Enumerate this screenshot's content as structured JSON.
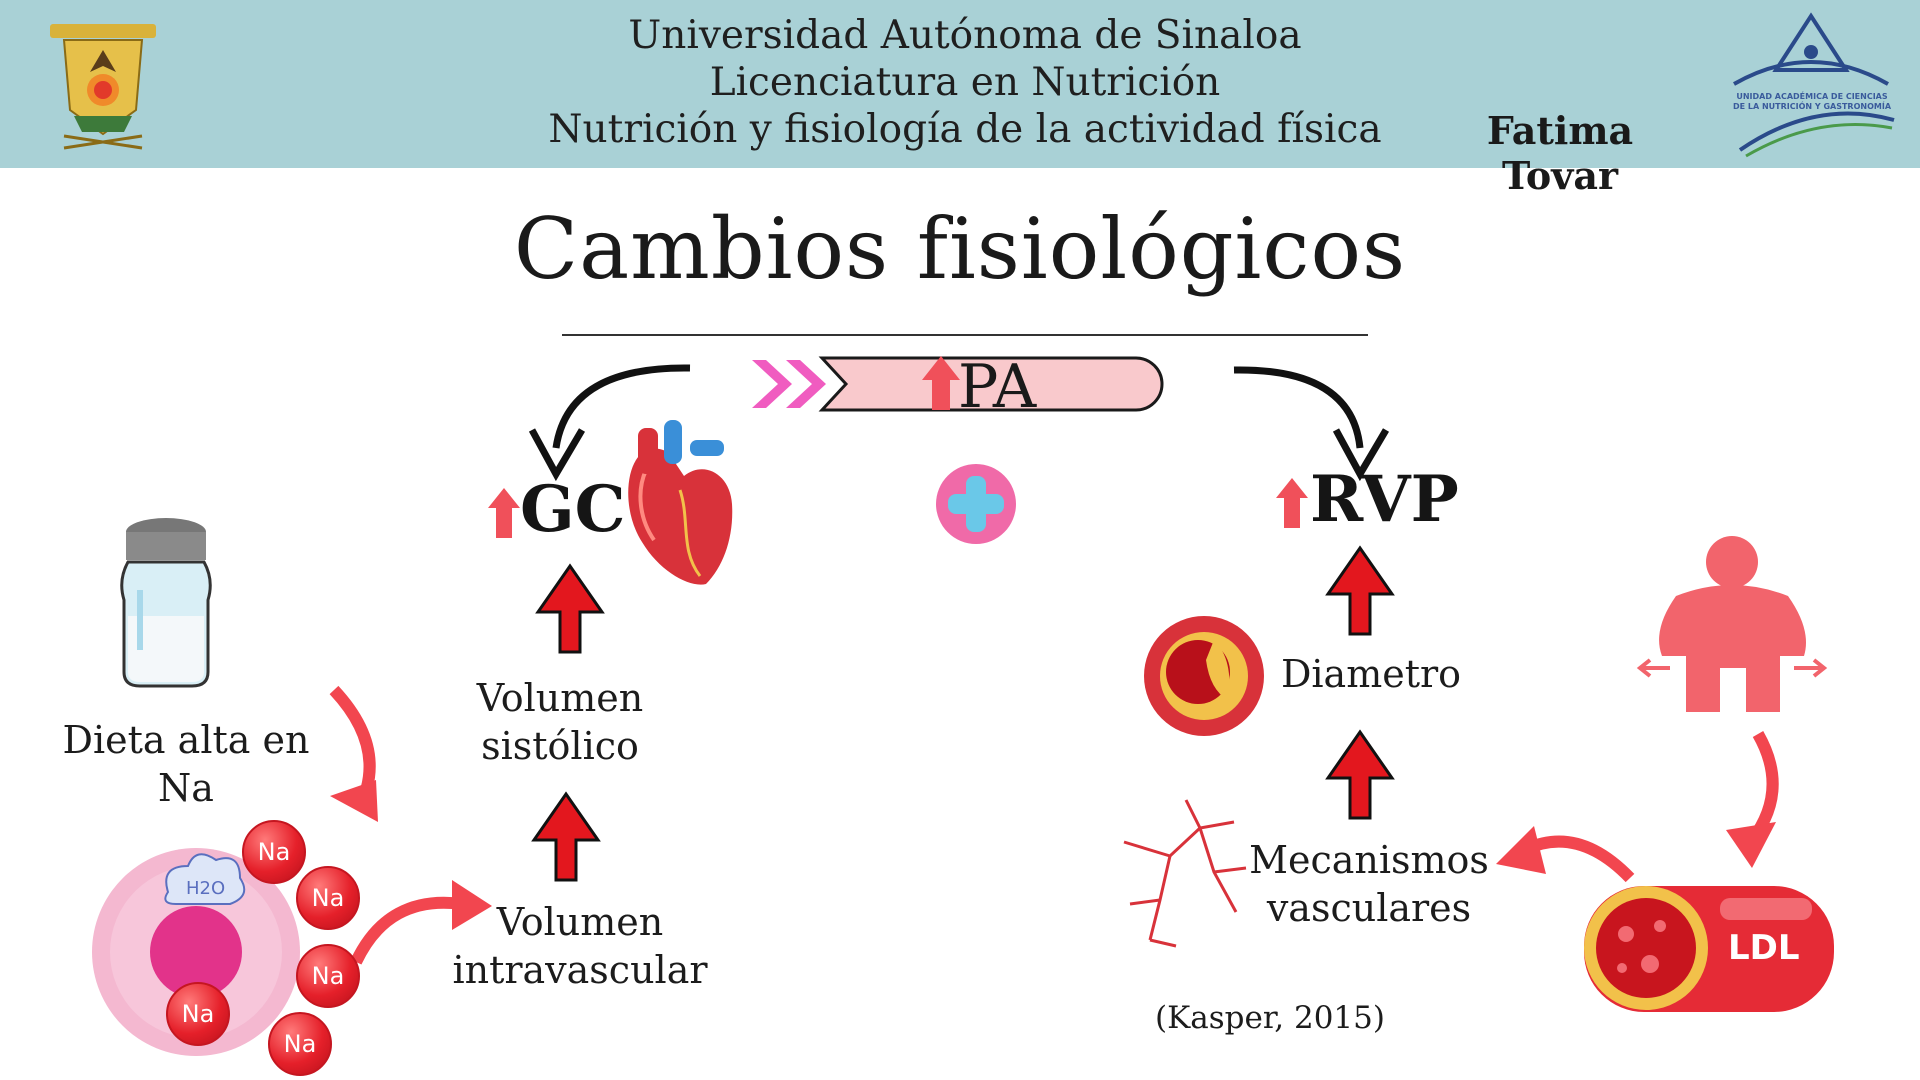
{
  "header": {
    "line1": "Universidad Autónoma de Sinaloa",
    "line2": "Licenciatura en Nutrición",
    "line3": "Nutrición y fisiología de la actividad física",
    "author": "Fatima Tovar",
    "right_logo_text": "UNIDAD ACADÉMICA DE CIENCIAS DE LA NUTRICIÓN Y GASTRONOMÍA"
  },
  "title": "Cambios fisiológicos",
  "diagram": {
    "pa_label": "PA",
    "gc_label": "GC",
    "rvp_label": "RVP",
    "volumen_sistolico": [
      "Volumen",
      "sistólico"
    ],
    "volumen_intravascular": [
      "Volumen",
      "intravascular"
    ],
    "dieta": "Dieta alta en Na",
    "diametro": "Diametro",
    "mecanismos": [
      "Mecanismos",
      "vasculares"
    ],
    "ldl": "LDL",
    "sodium": "Na",
    "water": "H2O"
  },
  "citation": "(Kasper, 2015)",
  "colors": {
    "header_bg": "#a9d1d6",
    "arrow_red": "#e3171e",
    "up_arrow_pink": "#f0505a",
    "pa_banner_fill": "#f9c9cc",
    "chevron_pink": "#f05cc0",
    "plus_circle": "#f06aa8",
    "plus_cross": "#6ac8e8",
    "curved_arrow": "#f2464f"
  }
}
